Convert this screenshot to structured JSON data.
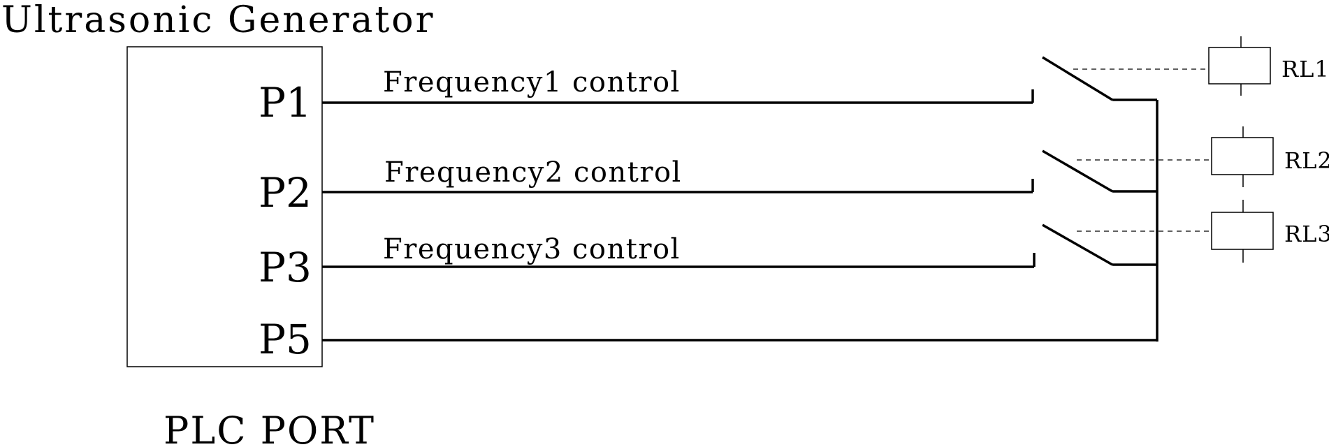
{
  "title": "Ultrasonic Generator",
  "ports": [
    {
      "label": "P1",
      "control": "Frequency1 control",
      "relay": "RL1"
    },
    {
      "label": "P2",
      "control": "Frequency2 control",
      "relay": "RL2"
    },
    {
      "label": "P3",
      "control": "Frequency3 control",
      "relay": "RL3"
    },
    {
      "label": "P5",
      "control": "",
      "relay": ""
    }
  ],
  "footer": "PLC PORT"
}
